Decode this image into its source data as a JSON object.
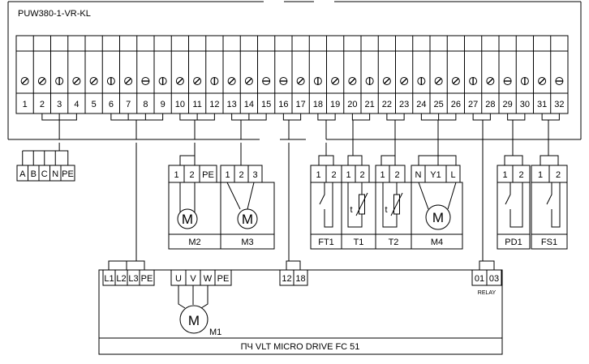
{
  "controller": {
    "title": "PUW380-1-VR-KL",
    "terminals": [
      "1",
      "2",
      "3",
      "4",
      "5",
      "6",
      "7",
      "8",
      "9",
      "10",
      "11",
      "12",
      "13",
      "14",
      "15",
      "16",
      "17",
      "18",
      "19",
      "20",
      "21",
      "22",
      "23",
      "24",
      "25",
      "26",
      "27",
      "28",
      "29",
      "30",
      "31",
      "32"
    ]
  },
  "supply": {
    "terminals": [
      "A",
      "B",
      "C",
      "N",
      "PE"
    ]
  },
  "devices": [
    {
      "id": "M2",
      "label": "M2",
      "terminals": [
        "1",
        "2",
        "PE"
      ],
      "symbol": "M"
    },
    {
      "id": "M3",
      "label": "M3",
      "terminals": [
        "1",
        "2",
        "3"
      ],
      "symbol": "M"
    },
    {
      "id": "FT1",
      "label": "FT1",
      "terminals": [
        "1",
        "2"
      ]
    },
    {
      "id": "T1",
      "label": "T1",
      "terminals": [
        "1",
        "2"
      ],
      "symbol": "t"
    },
    {
      "id": "T2",
      "label": "T2",
      "terminals": [
        "1",
        "2"
      ],
      "symbol": "t"
    },
    {
      "id": "M4",
      "label": "M4",
      "terminals": [
        "N",
        "Y1",
        "L"
      ],
      "symbol": "M"
    },
    {
      "id": "PD1",
      "label": "PD1",
      "terminals": [
        "1",
        "2"
      ]
    },
    {
      "id": "FS1",
      "label": "FS1",
      "terminals": [
        "1",
        "2"
      ]
    }
  ],
  "drive": {
    "title": "ПЧ  VLT MICRO DRIVE FC 51",
    "power_terminals": [
      "L1",
      "L2",
      "L3",
      "PE"
    ],
    "motor_terminals": [
      "U",
      "V",
      "W",
      "PE"
    ],
    "control_terminals": [
      "12",
      "18"
    ],
    "relay_terminals": [
      "01",
      "03"
    ],
    "relay_label": "RELAY",
    "motor_symbol": "M",
    "motor_label": "M1"
  }
}
